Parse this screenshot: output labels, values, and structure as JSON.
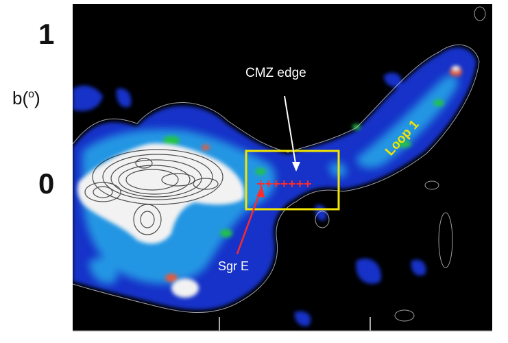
{
  "chart_data": {
    "type": "heatmap",
    "title": "",
    "xlabel": "",
    "ylabel": "b(o)",
    "ylabel_superscript": "o",
    "ylabel_base": "b(",
    "ylabel_close": ")",
    "y_ticks": [
      {
        "label": "1",
        "value": 1
      },
      {
        "label": "0",
        "value": 0
      }
    ],
    "x_tick_labels": [],
    "colormap": [
      "#000000",
      "#0a1a8c",
      "#1b4fe0",
      "#2bb0e8",
      "#1fbf4a",
      "#e8e8e8",
      "#e85a3a",
      "#ffffff"
    ],
    "annotations": [
      {
        "text": "CMZ edge",
        "color": "#ffffff",
        "kind": "arrow-label"
      },
      {
        "text": "Loop 1",
        "color": "#f2e600",
        "kind": "rotated-label"
      },
      {
        "text": "Sgr E",
        "color": "#ffffff",
        "kind": "arrow-label"
      }
    ],
    "highlight_box_color": "#f2e600",
    "marker_color": "#ff2a2a",
    "marker_count": 7,
    "grid": false,
    "legend": "none"
  }
}
